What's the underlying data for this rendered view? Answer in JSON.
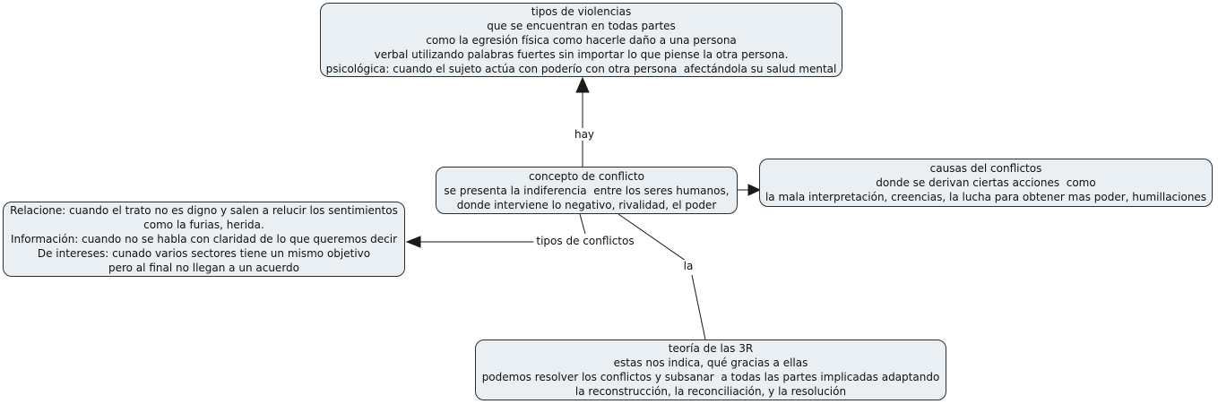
{
  "colors": {
    "background": "#ffffff",
    "node_fill": "#e9eff2",
    "node_border": "#2e2e2e",
    "node_text": "#111111",
    "line": "#1a1a1a"
  },
  "nodes": {
    "violence_types": {
      "lines": [
        "tipos de violencias",
        "que se encuentran en todas partes",
        "como la egresión física como hacerle daño a una persona",
        "verbal utilizando palabras fuertes sin importar lo que piense la otra persona.",
        "psicológica: cuando el sujeto actúa con poderío con otra persona  afectándola su salud mental"
      ]
    },
    "conflict_concept": {
      "lines": [
        "concepto de conflicto",
        "se presenta la indiferencia  entre los seres humanos,",
        "donde interviene lo negativo, rivalidad, el poder"
      ]
    },
    "conflict_causes": {
      "lines": [
        "causas del conflictos",
        "donde se derivan ciertas acciones  como",
        "la mala interpretación, creencias, la lucha para obtener mas poder, humillaciones"
      ]
    },
    "conflict_types": {
      "lines": [
        "Relacione: cuando el trato no es digno y salen a relucir los sentimientos",
        "como la furias, herida.",
        "Información: cuando no se habla con claridad de lo que queremos decir",
        "De intereses: cunado varios sectores tiene un mismo objetivo",
        "pero al final no llegan a un acuerdo"
      ]
    },
    "three_r_theory": {
      "lines": [
        "teoría de las 3R",
        "estas nos indica, qué gracias a ellas",
        "podemos resolver los conflictos y subsanar  a todas las partes implicadas adaptando",
        "la reconstrucción, la reconciliación, y la resolución"
      ]
    }
  },
  "link_labels": {
    "hay": "hay",
    "tipos": "tipos de conflictos",
    "la": "la"
  }
}
